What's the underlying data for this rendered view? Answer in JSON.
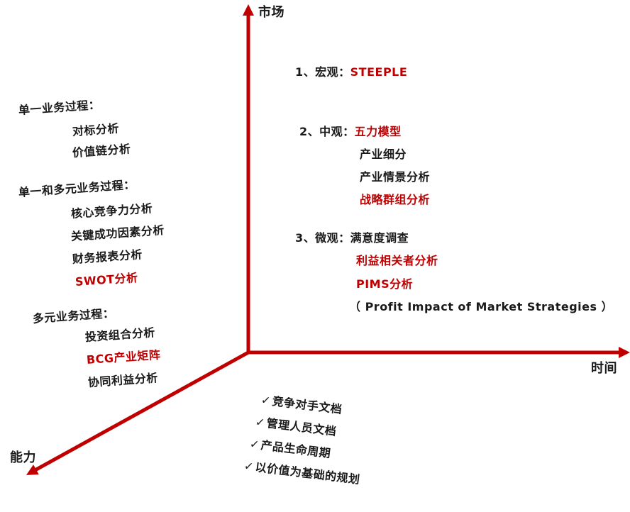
{
  "axes": {
    "market": "市场",
    "time": "时间",
    "ability": "能力"
  },
  "colors": {
    "axis": "#c00000",
    "highlight": "#c00000",
    "text": "#1a1a1a"
  },
  "market_items": {
    "macro_prefix": "1、宏观：",
    "macro_value": "STEEPLE",
    "meso_prefix": "2、中观：",
    "meso_value": "五力模型",
    "meso_2": "产业细分",
    "meso_3": "产业情景分析",
    "meso_4": "战略群组分析",
    "micro_prefix": "3、微观：",
    "micro_value": "满意度调查",
    "micro_2": "利益相关者分析",
    "micro_3": "PIMS分析",
    "micro_4": "（ Profit Impact of Market Strategies ）"
  },
  "ability_groups": {
    "single_title": "单一业务过程：",
    "single_1": "对标分析",
    "single_2": "价值链分析",
    "mixed_title": "单一和多元业务过程：",
    "mixed_1": "核心竞争力分析",
    "mixed_2": "关键成功因素分析",
    "mixed_3": "财务报表分析",
    "mixed_4": "SWOT分析",
    "multi_title": "多元业务过程：",
    "multi_1": "投资组合分析",
    "multi_2": "BCG产业矩阵",
    "multi_3": "协同利益分析"
  },
  "time_items": {
    "check": "✓",
    "item_1": "竞争对手文档",
    "item_2": "管理人员文档",
    "item_3": "产品生命周期",
    "item_4": "以价值为基础的规划"
  }
}
